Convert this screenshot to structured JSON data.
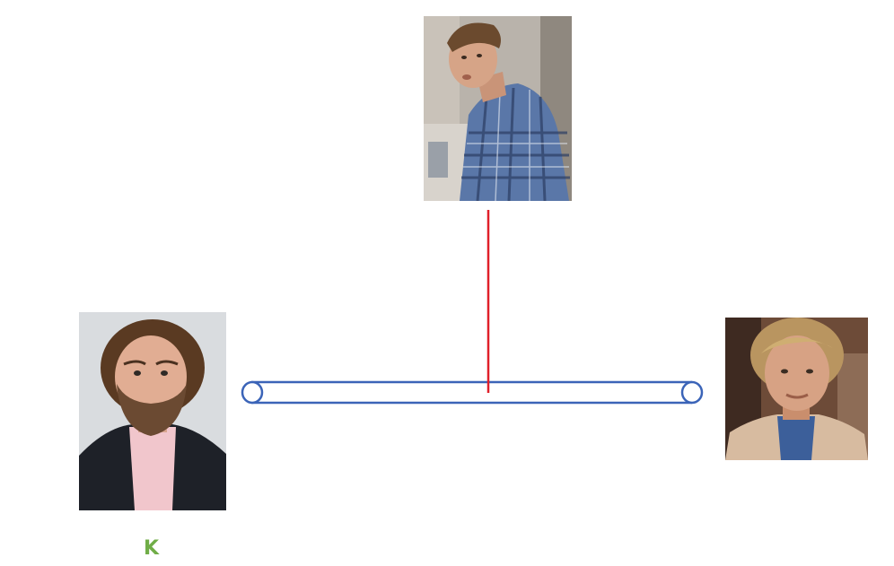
{
  "people": {
    "top": {
      "icon": "person-plaid-shirt-photo"
    },
    "left": {
      "icon": "person-bearded-suit-photo",
      "label": "K"
    },
    "right": {
      "icon": "person-blond-photo"
    }
  },
  "colors": {
    "bar_stroke": "#3b64b8",
    "connector": "#e0202a",
    "label": "#70ad47"
  }
}
